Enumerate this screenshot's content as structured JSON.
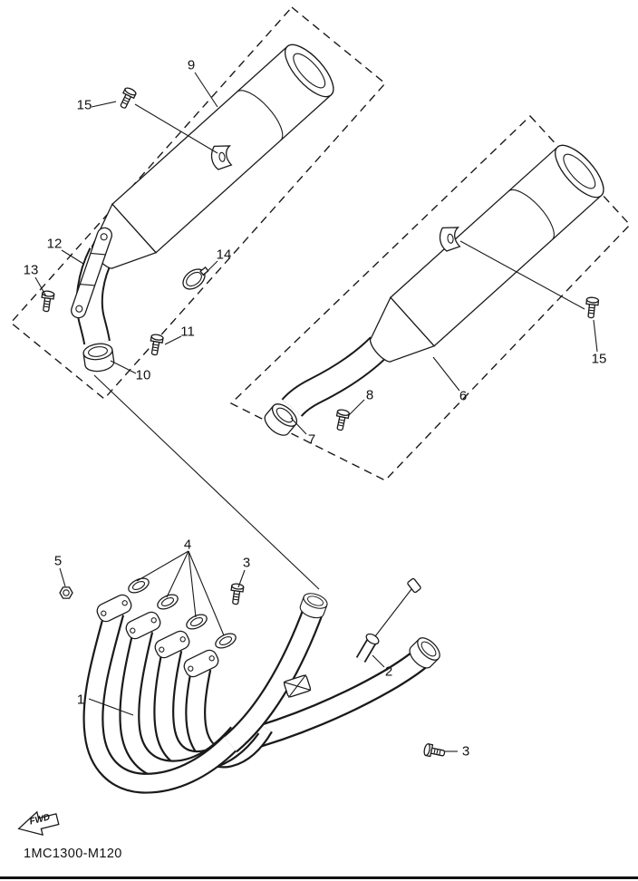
{
  "page": {
    "background": "#ffffff",
    "line_color": "#1a1a1a"
  },
  "diagram": {
    "part_code": "1MC1300-M120",
    "fwd_label": "FWD",
    "callouts": [
      {
        "label": "9"
      },
      {
        "label": "15"
      },
      {
        "label": "12"
      },
      {
        "label": "13"
      },
      {
        "label": "14"
      },
      {
        "label": "11"
      },
      {
        "label": "10"
      },
      {
        "label": "15"
      },
      {
        "label": "6"
      },
      {
        "label": "8"
      },
      {
        "label": "7"
      },
      {
        "label": "4"
      },
      {
        "label": "5"
      },
      {
        "label": "3"
      },
      {
        "label": "2"
      },
      {
        "label": "1"
      },
      {
        "label": "3"
      }
    ]
  }
}
